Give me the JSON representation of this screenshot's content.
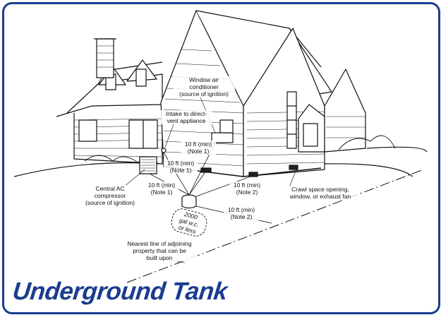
{
  "title": "Underground Tank",
  "colors": {
    "brand_blue": "#1b3c8f",
    "line": "#111111"
  },
  "labels": {
    "window_ac": "Window air\nconditioner\n(source of ignition)",
    "intake": "Intake to direct-\nvent appliance",
    "dist_10ft_note1_upper": "10 ft (min)\n(Note 1)",
    "dist_10ft_note1_mid": "10 ft (min)\n(Note 1)",
    "dist_10ft_note1_left": "10 ft (min)\n(Note 1)",
    "dist_10ft_note2_right": "10 ft (min)\n(Note 2)",
    "dist_10ft_note2_lower": "10 ft (min)\n(Note 2)",
    "central_ac": "Central AC\ncompressor\n(source of ignition)",
    "crawl_space": "Crawl space opening,\nwindow, or exhaust fan",
    "tank": "2000\ngal w.c.\nor less",
    "property_line": "Nearest line of adjoining\nproperty that can be\nbuilt upon"
  }
}
